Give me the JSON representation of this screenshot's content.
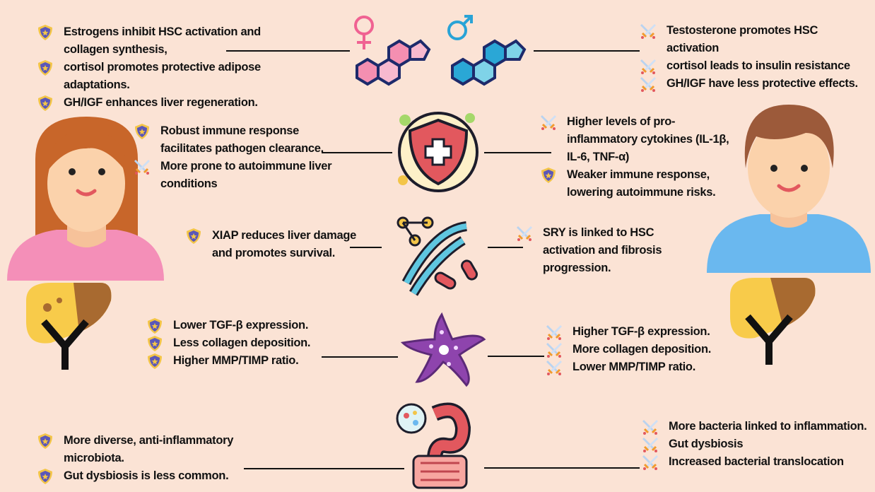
{
  "colors": {
    "background": "#fbe3d5",
    "female_accent": "#f48fb1",
    "male_accent": "#64b5f6",
    "benefit_icon": "shield-icon",
    "risk_icon": "crossed-swords-icon"
  },
  "rows": [
    {
      "topic_icon": "sex-hormone-molecules",
      "female": [
        {
          "icon": "shield",
          "text": "Estrogens inhibit HSC activation and collagen synthesis,"
        },
        {
          "icon": "shield",
          "text": "cortisol promotes protective adipose adaptations."
        },
        {
          "icon": "shield",
          "text": "GH/IGF enhances liver regeneration."
        }
      ],
      "male": [
        {
          "icon": "swords",
          "text": "Testosterone promotes HSC activation"
        },
        {
          "icon": "swords",
          "text": "cortisol leads to insulin resistance"
        },
        {
          "icon": "swords",
          "text": "GH/IGF have less protective effects."
        }
      ]
    },
    {
      "topic_icon": "immune-shield",
      "female": [
        {
          "icon": "shield",
          "text": "Robust immune response facilitates pathogen clearance."
        },
        {
          "icon": "swords",
          "text": "More prone to autoimmune liver conditions"
        }
      ],
      "male": [
        {
          "icon": "swords",
          "text": "Higher levels of pro-inflammatory cytokines (IL-1β, IL-6, TNF-α)"
        },
        {
          "icon": "shield",
          "text": "Weaker immune response, lowering autoimmune risks."
        }
      ]
    },
    {
      "topic_icon": "dna-genetics",
      "female": [
        {
          "icon": "shield",
          "text": "XIAP reduces liver damage and promotes survival."
        }
      ],
      "male": [
        {
          "icon": "swords",
          "text": "SRY is linked to HSC activation and fibrosis progression."
        }
      ]
    },
    {
      "topic_icon": "hepatic-stellate-cell",
      "female": [
        {
          "icon": "shield",
          "text": "Lower TGF-β expression."
        },
        {
          "icon": "shield",
          "text": "Less collagen deposition."
        },
        {
          "icon": "shield",
          "text": "Higher MMP/TIMP ratio."
        }
      ],
      "male": [
        {
          "icon": "swords",
          "text": "Higher TGF-β expression."
        },
        {
          "icon": "swords",
          "text": "More collagen deposition."
        },
        {
          "icon": "swords",
          "text": "Lower MMP/TIMP ratio."
        }
      ]
    },
    {
      "topic_icon": "gut-microbiota",
      "female": [
        {
          "icon": "shield",
          "text": "More diverse, anti-inflammatory microbiota."
        },
        {
          "icon": "shield",
          "text": "Gut dysbiosis is less common."
        }
      ],
      "male": [
        {
          "icon": "swords",
          "text": "More bacteria linked to inflammation."
        },
        {
          "icon": "swords",
          "text": "Gut dysbiosis"
        },
        {
          "icon": "swords",
          "text": "Increased bacterial translocation"
        }
      ]
    }
  ]
}
